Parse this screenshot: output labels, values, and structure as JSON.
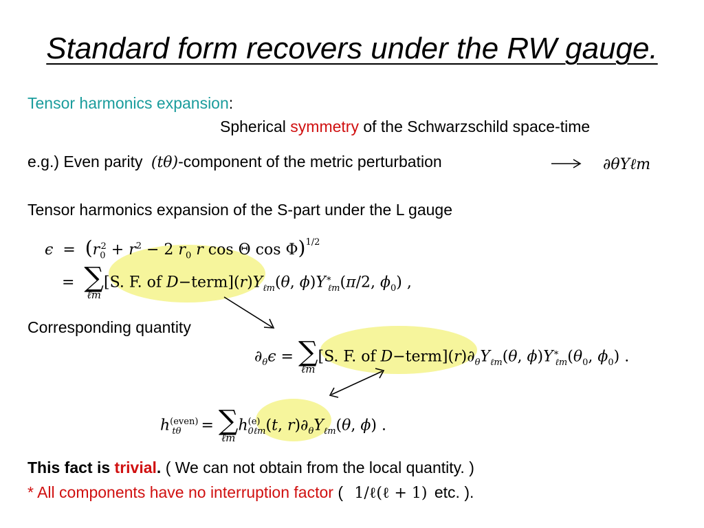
{
  "slide": {
    "title": "Standard form recovers under the RW gauge.",
    "line1": {
      "lead": "Tensor harmonics expansion",
      "colon": ":"
    },
    "line2": {
      "pre": "Spherical ",
      "highlight": "symmetry",
      "post": " of the Schwarzschild space-time"
    },
    "line3": {
      "pre": "e.g.) Even parity",
      "math_component": "(tθ)",
      "post": "-component of the metric perturbation",
      "math_result": "∂θYℓm"
    },
    "line4": "Tensor harmonics expansion of the S-part under the L gauge",
    "line5": "Corresponding quantity",
    "bottom": {
      "bold_pre": "This fact is ",
      "bold_red": "trivial",
      "bold_dot": ".",
      "rest": " ( We can not obtain from the local quantity. )",
      "note_red": " * All components have no interruption factor",
      "note_open": " (",
      "note_math": "1/ℓ(ℓ + 1)",
      "note_close": " etc. )."
    }
  },
  "colors": {
    "teal": "#1a9c9c",
    "red": "#d01010",
    "highlight": "#f6f59c"
  }
}
